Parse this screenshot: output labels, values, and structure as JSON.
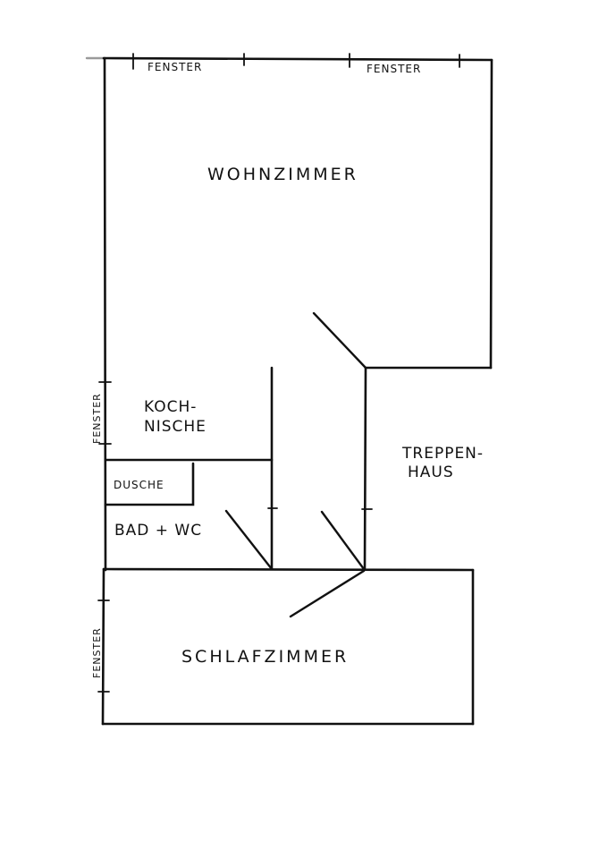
{
  "rooms": {
    "wohnzimmer": "WOHNZIMMER",
    "kochnische_line1": "KOCH-",
    "kochnische_line2": "NISCHE",
    "dusche": "DUSCHE",
    "bad_wc": "BAD + WC",
    "treppenhaus_line1": "TREPPEN-",
    "treppenhaus_line2": "HAUS",
    "schlafzimmer": "SCHLAFZIMMER"
  },
  "windows": {
    "top_left": "FENSTER",
    "top_right": "FENSTER",
    "left_kitchen": "FENSTER",
    "left_bedroom": "FENSTER"
  },
  "colors": {
    "ink": "#111111",
    "background": "#ffffff"
  }
}
